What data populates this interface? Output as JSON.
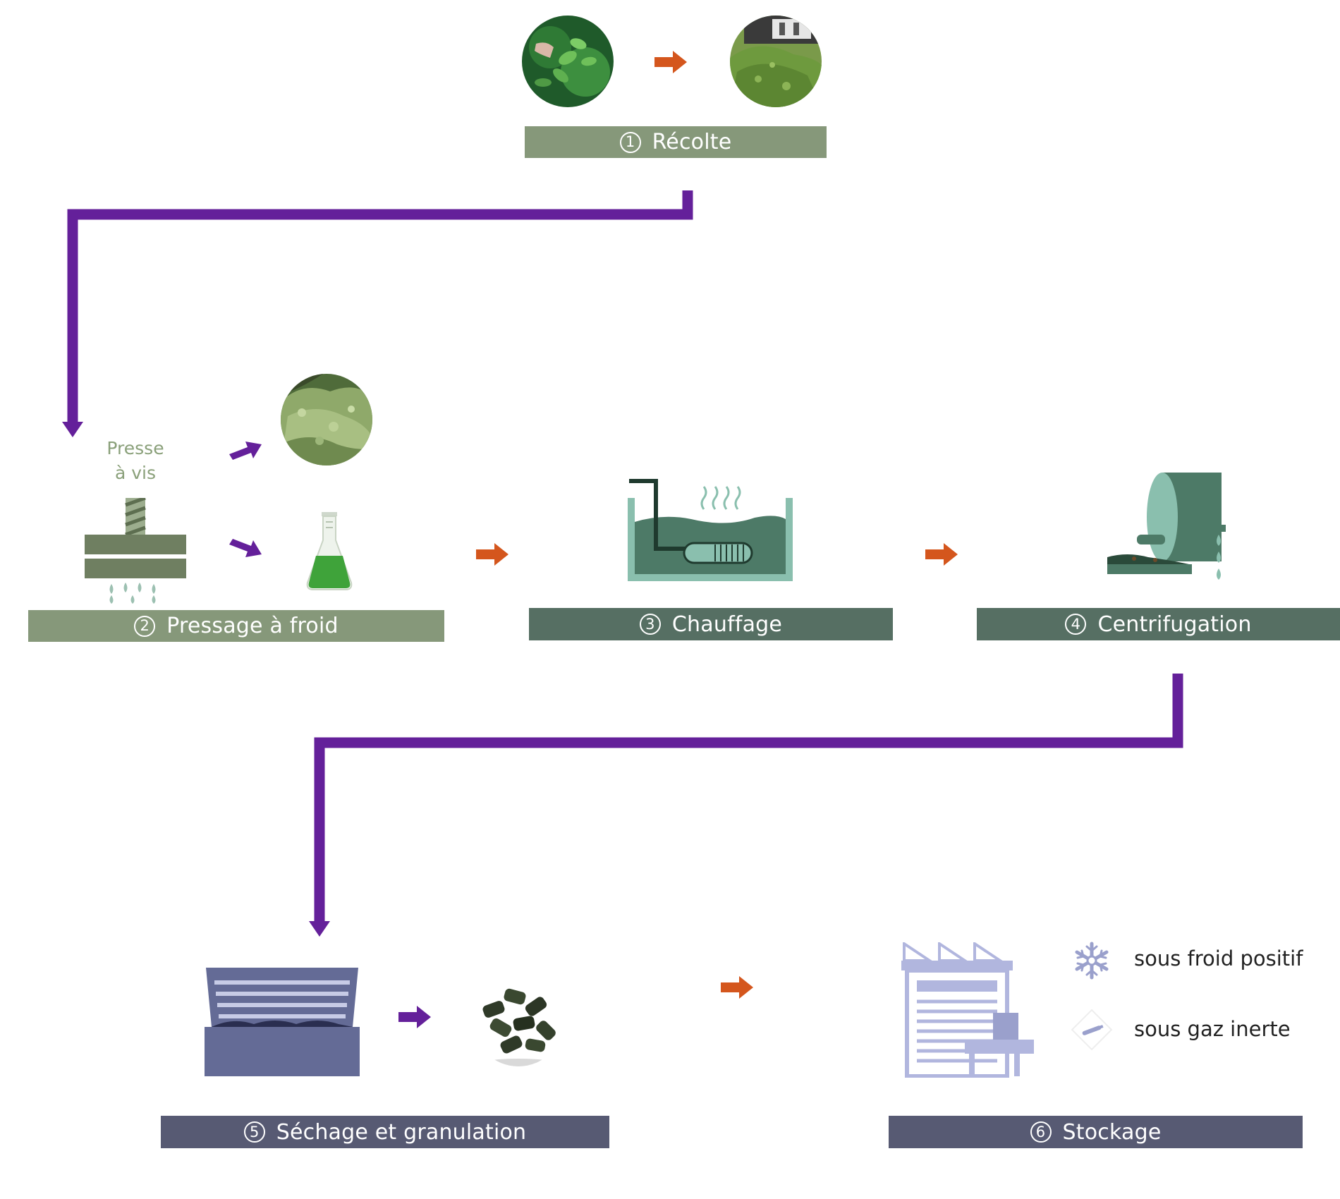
{
  "steps": [
    {
      "num": "1",
      "label": "Récolte",
      "color": "#86987a"
    },
    {
      "num": "2",
      "label": "Pressage à froid",
      "color": "#86987a"
    },
    {
      "num": "3",
      "label": "Chauffage",
      "color": "#566f63"
    },
    {
      "num": "4",
      "label": "Centrifugation",
      "color": "#566f63"
    },
    {
      "num": "5",
      "label": "Séchage et granulation",
      "color": "#575a73"
    },
    {
      "num": "6",
      "label": "Stockage",
      "color": "#575a73"
    }
  ],
  "press": {
    "line1": "Presse",
    "line2": "à vis"
  },
  "storage": {
    "cold_label": "sous froid positif",
    "gas_label": "sous gaz inerte"
  },
  "colors": {
    "flow_line": "#64209a",
    "step_arrow": "#d4561d",
    "branch_arrow": "#64209a",
    "press_green": "#6f7f61",
    "liquid_green": "#3fa33a",
    "tank_teal": "#8abfae",
    "tank_dark": "#2a4a3a",
    "dryer_blue": "#646b96",
    "storage_lilac": "#b1b6de"
  },
  "icons": {
    "harvest_plant": "plant-photo",
    "harvest_pile": "harvest-pile-photo",
    "press_cake": "press-cake-photo",
    "flask": "flask-icon",
    "heating_tank": "heating-tank-icon",
    "centrifuge": "centrifuge-icon",
    "dryer": "dryer-icon",
    "pellets": "pellets-photo",
    "warehouse": "warehouse-icon",
    "snowflake": "snowflake-icon",
    "gas": "gas-icon"
  }
}
